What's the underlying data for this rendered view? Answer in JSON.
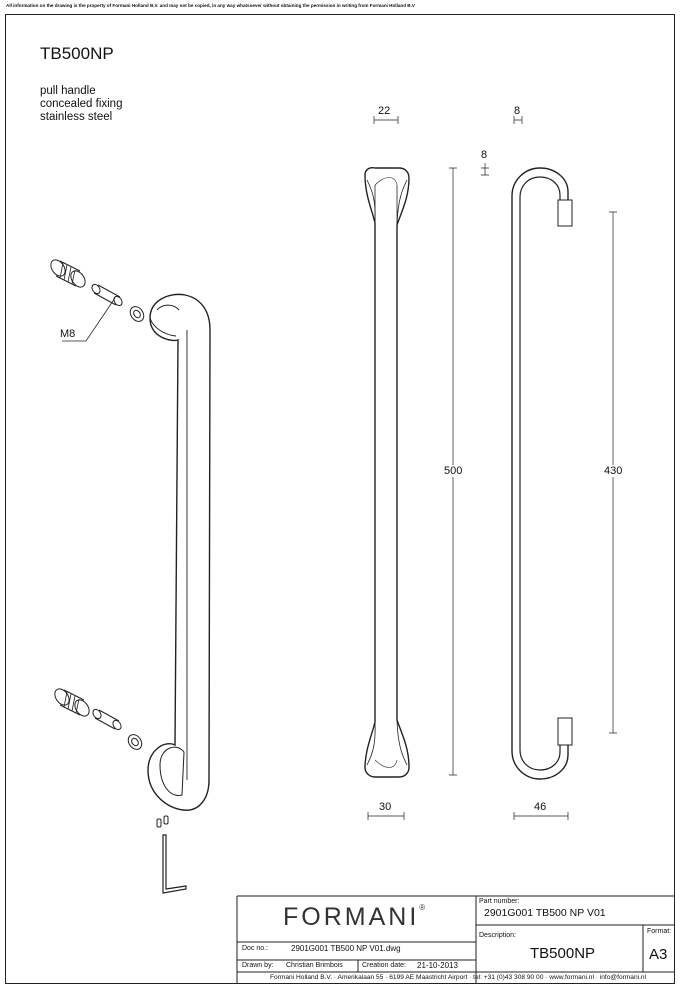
{
  "notice": "All information on the drawing is the property of Formani Holland B.V. and may not be copied, in any way whatsoever without obtaining the permission in writing from Formani Holland B.V",
  "header": {
    "model": "TB500NP",
    "lines": [
      "pull handle",
      "concealed fixing",
      "stainless steel"
    ]
  },
  "exploded": {
    "thread_label": "M8"
  },
  "front_view": {
    "top_width": "22",
    "height": "500",
    "bottom_width": "30"
  },
  "side_view": {
    "top_thickness": "8",
    "post_offset": "8",
    "center_distance": "430",
    "depth": "46"
  },
  "title_block": {
    "brand": "FORMANI",
    "registered": "®",
    "doc_no_label": "Doc no.:",
    "doc_no_value": "2901G001 TB500 NP V01.dwg",
    "drawn_by_label": "Drawn by:",
    "drawn_by_value": "Christian Brimbois",
    "creation_date_label": "Creation date:",
    "creation_date_value": "21-10-2013",
    "part_number_label": "Part number:",
    "part_number_value": "2901G001 TB500 NP V01",
    "description_label": "Description:",
    "description_value": "TB500NP",
    "format_label": "Format:",
    "format_value": "A3",
    "footer": "Formani Holland B.V. · Amerikalaan 55 · 6199 AE Maastricht Airport · tel: +31 (0)43 308 90 00 · www.formani.nl · info@formani.nl"
  }
}
